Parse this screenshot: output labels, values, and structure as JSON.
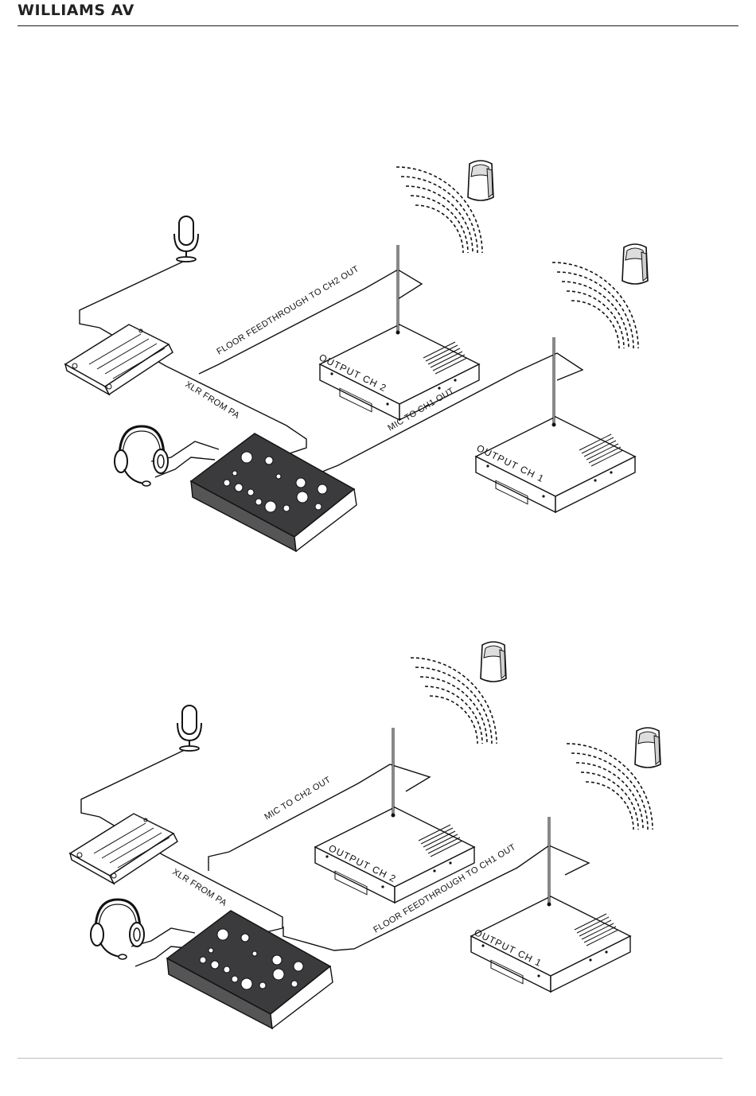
{
  "header": {
    "logo_text": "WILLIAMS AV"
  },
  "diagrams": [
    {
      "cable_labels": {
        "feedthrough": "FLOOR FEEDTHROUGH TO CH2 OUT",
        "xlr": "XLR FROM PA",
        "mic": "MIC TO CH1 OUT"
      },
      "device_labels": {
        "ch2": "OUTPUT CH 2",
        "ch1": "OUTPUT CH 1"
      }
    },
    {
      "cable_labels": {
        "mic": "MIC TO CH2 OUT",
        "xlr": "XLR FROM PA",
        "feedthrough": "FLOOR FEEDTHROUGH TO CH1 OUT"
      },
      "device_labels": {
        "ch2": "OUTPUT CH 2",
        "ch1": "OUTPUT CH 1"
      }
    }
  ]
}
